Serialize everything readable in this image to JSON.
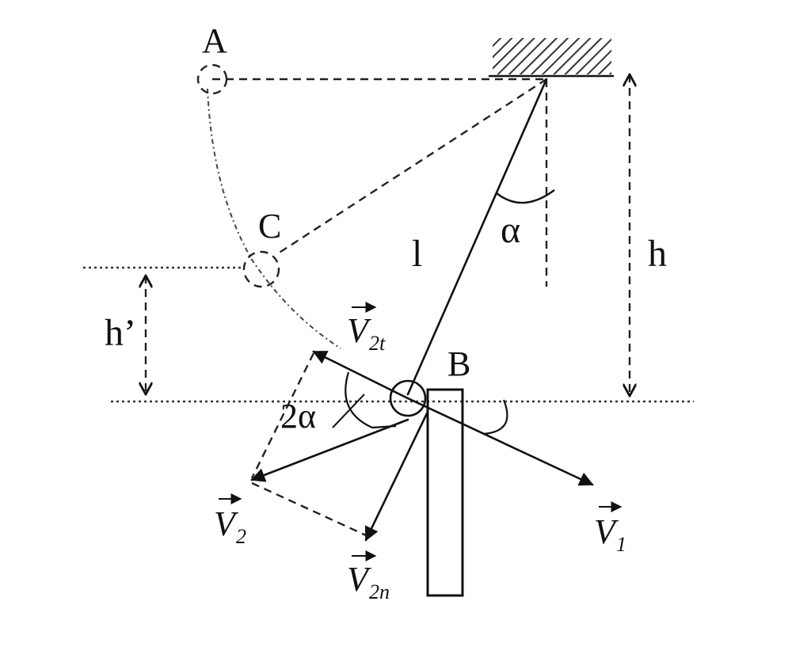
{
  "labels": {
    "A": "A",
    "B": "B",
    "C": "C",
    "l": "l",
    "h": "h",
    "h_prime": "h’",
    "alpha": "α",
    "two_alpha": "2α",
    "V1": {
      "base": "V",
      "sub": "1"
    },
    "V2": {
      "base": "V",
      "sub": "2"
    },
    "V2t": {
      "base": "V",
      "sub": "2t"
    },
    "V2n": {
      "base": "V",
      "sub": "2n"
    }
  }
}
